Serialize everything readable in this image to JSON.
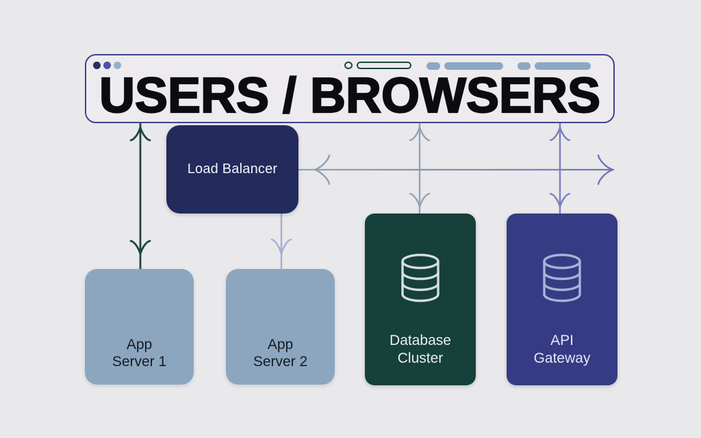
{
  "diagram": {
    "title_node": {
      "label": "USERS / BROWSERS",
      "chrome_icons": [
        "window-dots-icon",
        "tab-circle-icon",
        "tab-pill-icon",
        "toolbar-pill-icon"
      ]
    },
    "nodes": {
      "load_balancer": {
        "label": "Load Balancer",
        "color": "#232a5c"
      },
      "app_server_1": {
        "line1": "App",
        "line2": "Server 1",
        "color": "#8ca6bf"
      },
      "app_server_2": {
        "line1": "App",
        "line2": "Server 2",
        "color": "#8ca6bf"
      },
      "database_cluster": {
        "line1": "Database",
        "line2": "Cluster",
        "icon": "database-icon",
        "color": "#16403a"
      },
      "api_gateway": {
        "line1": "API",
        "line2": "Gateway",
        "icon": "database-icon",
        "color": "#363c83"
      }
    },
    "edges": [
      {
        "from": "users-browsers",
        "to": "app-server-1",
        "style": "double-arrow",
        "color": "#1d463b"
      },
      {
        "from": "users-browsers",
        "to": "database-cluster",
        "style": "double-arrow",
        "color": "#92a4b5"
      },
      {
        "from": "users-browsers",
        "to": "api-gateway",
        "style": "double-arrow",
        "color": "#7b7ec0"
      },
      {
        "from": "load-balancer",
        "to": "app-server-2",
        "style": "arrow-down",
        "color": "#a7abd6"
      },
      {
        "from": "load-balancer",
        "to": "right-edge",
        "style": "double-arrow",
        "color": "#7175b9"
      }
    ],
    "colors": {
      "background": "#e9e8ea",
      "browser_border": "#3d4292",
      "title_text": "#0c0c10",
      "chrome_green": "#1d463b",
      "chrome_blue": "#8ca7c4"
    }
  }
}
